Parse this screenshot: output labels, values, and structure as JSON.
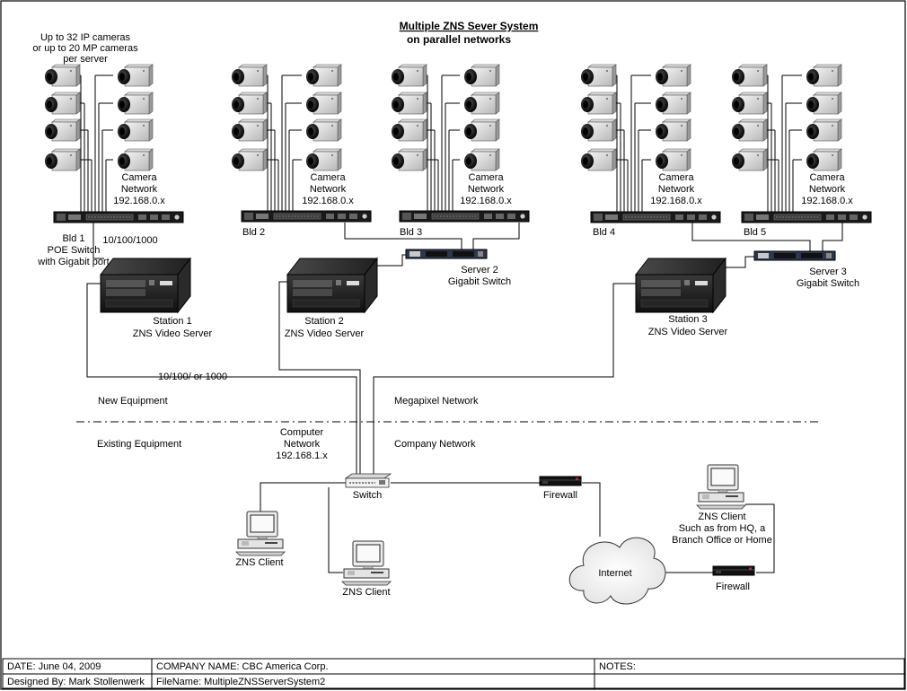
{
  "title": {
    "line1": "Multiple ZNS Sever System",
    "line2": "on parallel networks"
  },
  "camera_note": {
    "line1": "Up to 32 IP cameras",
    "line2": "or up to 20 MP cameras",
    "line3": "per server"
  },
  "camera_network": {
    "line1": "Camera",
    "line2": "Network",
    "line3": "192.168.0.x"
  },
  "buildings": {
    "bld1": {
      "line1": "Bld 1",
      "line2": "POE Switch",
      "line3": "with Gigabit port"
    },
    "bld2": "Bld 2",
    "bld3": "Bld 3",
    "bld4": "Bld 4",
    "bld5": "Bld 5"
  },
  "link_speeds": {
    "bld1_uplink": "10/100/1000",
    "station1_uplink": "10/100/ or 1000"
  },
  "gigabit_switches": {
    "server2": {
      "line1": "Server 2",
      "line2": "Gigabit Switch"
    },
    "server3": {
      "line1": "Server 3",
      "line2": "Gigabit Switch"
    }
  },
  "stations": [
    {
      "line1": "Station 1",
      "line2": "ZNS Video Server"
    },
    {
      "line1": "Station 2",
      "line2": "ZNS Video Server"
    },
    {
      "line1": "Station 3",
      "line2": "ZNS Video Server"
    }
  ],
  "zones": {
    "new_equipment": "New Equipment",
    "megapixel_network": "Megapixel Network",
    "existing_equipment": "Existing Equipment",
    "company_network": "Company Network"
  },
  "computer_network": {
    "line1": "Computer",
    "line2": "Network",
    "line3": "192.168.1.x"
  },
  "switch_label": "Switch",
  "firewall_label": "Firewall",
  "internet_label": "Internet",
  "client_label": "ZNS Client",
  "remote_client": {
    "line1": "ZNS Client",
    "line2": "Such as from HQ, a",
    "line3": "Branch Office or Home"
  },
  "title_block": {
    "date": "DATE: June 04, 2009",
    "company": "COMPANY NAME: CBC America Corp.",
    "notes": "NOTES:",
    "designer": "Designed By: Mark Stollenwerk",
    "filename": "FileName: MultipleZNSServerSystem2"
  }
}
